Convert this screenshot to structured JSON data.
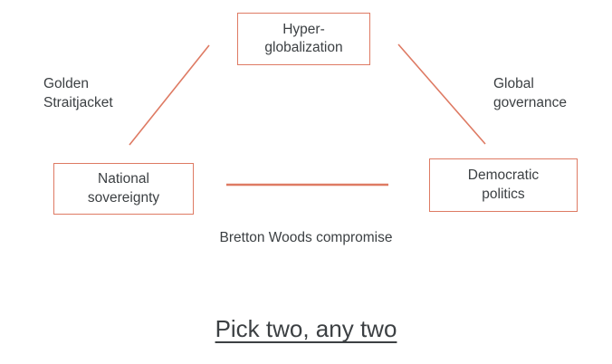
{
  "diagram": {
    "title_caption": "Pick two, any two",
    "nodes": [
      {
        "id": "hyper",
        "label": "Hyper-\nglobalization"
      },
      {
        "id": "sovereignty",
        "label": "National\nsovereignty"
      },
      {
        "id": "democratic",
        "label": "Democratic\npolitics"
      }
    ],
    "edges": [
      {
        "id": "left",
        "label": "Golden\nStraitjacket",
        "from": "sovereignty",
        "to": "hyper"
      },
      {
        "id": "right",
        "label": "Global\ngovernance",
        "from": "hyper",
        "to": "democratic"
      },
      {
        "id": "bottom",
        "label": "Bretton Woods compromise",
        "from": "sovereignty",
        "to": "democratic"
      }
    ],
    "colors": {
      "line": "#de7a63",
      "box_border": "#de7a63",
      "text": "#3c4043",
      "background": "#ffffff"
    }
  }
}
